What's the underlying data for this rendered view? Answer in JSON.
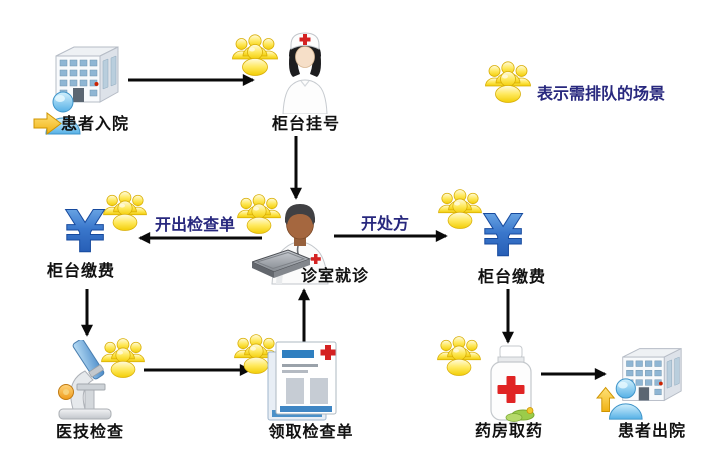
{
  "legend": {
    "icon": "queue-crowd-icon",
    "label": "表示需排队的场景"
  },
  "nodes": {
    "admission": {
      "label": "患者入院",
      "icons": [
        "hospital-building-icon",
        "patient-enter-icon"
      ],
      "queued": false
    },
    "registration": {
      "label": "柜台挂号",
      "icons": [
        "nurse-icon"
      ],
      "queued": true
    },
    "consultation": {
      "label": "诊室就诊",
      "icons": [
        "doctor-icon"
      ],
      "queued": true
    },
    "payment_left": {
      "label": "柜台缴费",
      "icons": [
        "yen-cashier-icon"
      ],
      "queued": true
    },
    "exam": {
      "label": "医技检查",
      "icons": [
        "microscope-icon"
      ],
      "queued": true
    },
    "report": {
      "label": "领取检查单",
      "icons": [
        "report-documents-icon"
      ],
      "queued": true
    },
    "payment_right": {
      "label": "柜台缴费",
      "icons": [
        "yen-cashier-icon"
      ],
      "queued": true
    },
    "pharmacy": {
      "label": "药房取药",
      "icons": [
        "medicine-bottle-icon"
      ],
      "queued": true
    },
    "discharge": {
      "label": "患者出院",
      "icons": [
        "hospital-building-icon",
        "patient-exit-icon"
      ],
      "queued": false
    }
  },
  "edges": [
    {
      "from": "admission",
      "to": "registration",
      "label": ""
    },
    {
      "from": "registration",
      "to": "consultation",
      "label": ""
    },
    {
      "from": "consultation",
      "to": "payment_left",
      "label": "开出检查单"
    },
    {
      "from": "payment_left",
      "to": "exam",
      "label": ""
    },
    {
      "from": "exam",
      "to": "report",
      "label": ""
    },
    {
      "from": "report",
      "to": "consultation",
      "label": ""
    },
    {
      "from": "consultation",
      "to": "payment_right",
      "label": "开处方"
    },
    {
      "from": "payment_right",
      "to": "pharmacy",
      "label": ""
    },
    {
      "from": "pharmacy",
      "to": "discharge",
      "label": ""
    }
  ],
  "colors": {
    "background": "#ffffff",
    "arrow": "#0a0a0a",
    "node_label": "#111111",
    "edge_label": "#28287e",
    "legend_label": "#28287e",
    "queue_yellow": "#f5d320",
    "yen_blue": "#2a62bd",
    "medical_cross_red": "#d42222"
  }
}
